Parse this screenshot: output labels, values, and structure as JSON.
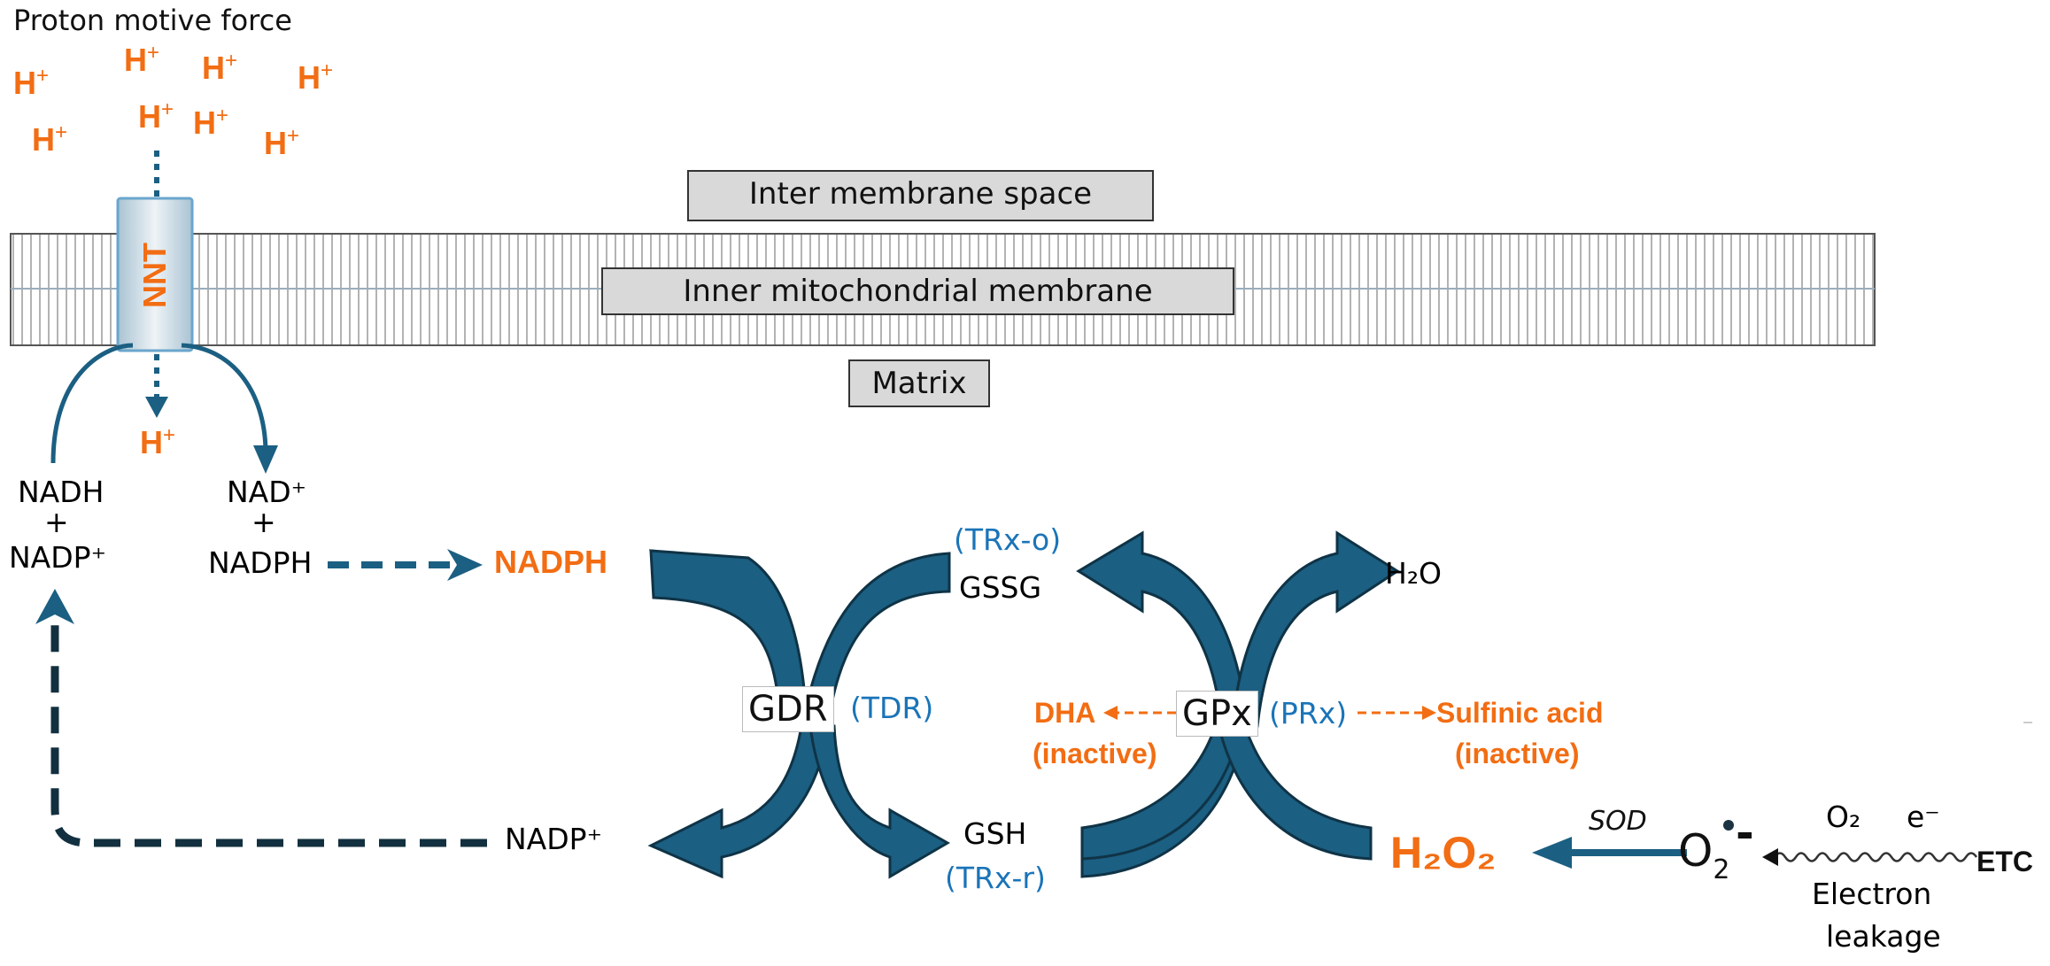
{
  "labels": {
    "proton_motive_force": "Proton motive force",
    "h_plus": "H",
    "plus": "+",
    "nnt": "NNT",
    "inter_membrane_space": "Inter membrane space",
    "inner_membrane": "Inner mitochondrial membrane",
    "matrix": "Matrix",
    "nadh": "NADH",
    "nadp_plus": "NADP⁺",
    "nad_plus": "NAD⁺",
    "nadph_small": "NADPH",
    "nadph_big": "NADPH",
    "trx_o": "(TRx-o)",
    "gssg": "GSSG",
    "h2o": "H₂O",
    "gdr": "GDR",
    "tdr": "(TDR)",
    "dha": "DHA",
    "inactive": "(inactive)",
    "gpx": "GPx",
    "prx": "(PRx)",
    "sulfinic_acid": "Sulfinic acid",
    "nadp_plus_bottom": "NADP⁺",
    "gsh": "GSH",
    "trx_r": "(TRx-r)",
    "h2o2": "H₂O₂",
    "sod": "SOD",
    "o2": "O₂",
    "e_minus": "e⁻",
    "etc": "ETC",
    "electron": "Electron",
    "leakage": "leakage",
    "superoxide_o": "O",
    "superoxide_sub": "2",
    "superoxide_minus": "-"
  },
  "colors": {
    "accent_orange": "#f26d13",
    "arrow_blue": "#1b5f82",
    "label_blue": "#1a74b8",
    "dark_dash": "#12303f",
    "membrane_border": "#555555",
    "box_fill": "#d9d9d9"
  }
}
